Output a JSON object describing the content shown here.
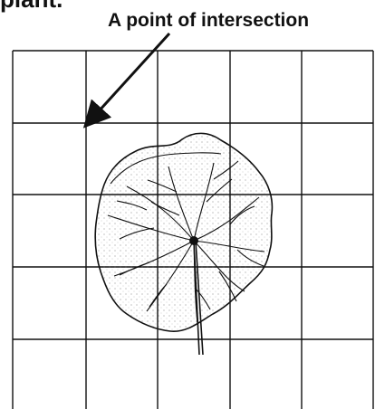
{
  "clipped_heading": "plant.",
  "annotation_label": "A point of intersection",
  "grid": {
    "columns": 5,
    "rows": 5,
    "line_color": "#111111"
  },
  "colors": {
    "ink": "#111111",
    "background": "#ffffff"
  }
}
